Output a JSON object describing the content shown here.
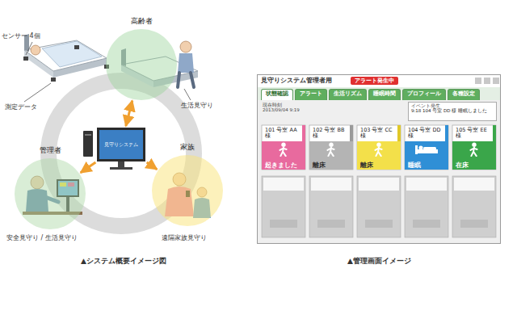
{
  "diagram": {
    "nodes": [
      {
        "text": [
          "高齢者"
        ]
      },
      {
        "text": [
          "見守りシステム"
        ]
      },
      {
        "text": [
          "管理者"
        ]
      },
      {
        "text": [
          "家族"
        ]
      },
      {
        "text": [
          "見守りシステム管理者用"
        ]
      },
      {
        "text": [
          "アラート発生中"
        ],
        "in": 4
      },
      {
        "text": [
          "状態確認"
        ],
        "in": 4
      },
      {
        "text": [
          "アラート"
        ],
        "in": 4
      },
      {
        "text": [
          "生活リズム"
        ],
        "in": 4
      },
      {
        "text": [
          "睡眠時間"
        ],
        "in": 4
      },
      {
        "text": [
          "プロフィール"
        ],
        "in": 4
      },
      {
        "text": [
          "各種設定"
        ],
        "in": 4
      },
      {
        "text": [
          "現在時刻",
          "2013/09/04 9:19"
        ],
        "in": 4
      },
      {
        "text": [
          "イベント発生",
          "9:18 104 号室 DD 様 睡眠しました"
        ],
        "in": 4
      },
      {
        "text": [
          "101 号室 AA 様",
          "起きました"
        ],
        "in": 4
      },
      {
        "text": [
          "102 号室 BB 様",
          "離床"
        ],
        "in": 4
      },
      {
        "text": [
          "103 号室 CC 様",
          "離床"
        ],
        "in": 4
      },
      {
        "text": [
          "104 号室 DD 様",
          "睡眠"
        ],
        "in": 4
      },
      {
        "text": [
          "105 号室 EE 様",
          "在床"
        ],
        "in": 4
      }
    ],
    "edges": [
      {
        "from": 0,
        "to": 1,
        "arrow": "both"
      },
      {
        "from": 1,
        "to": 2,
        "arrow": "to"
      },
      {
        "from": 1,
        "to": 3,
        "arrow": "to"
      }
    ],
    "labels": [
      "センサー 4個",
      "測定データ",
      "生活見守り",
      "安全見守り / 生活見守り",
      "遠隔家族見守り",
      "▲システム概要イメージ図",
      "▲管理画面イメージ"
    ]
  }
}
